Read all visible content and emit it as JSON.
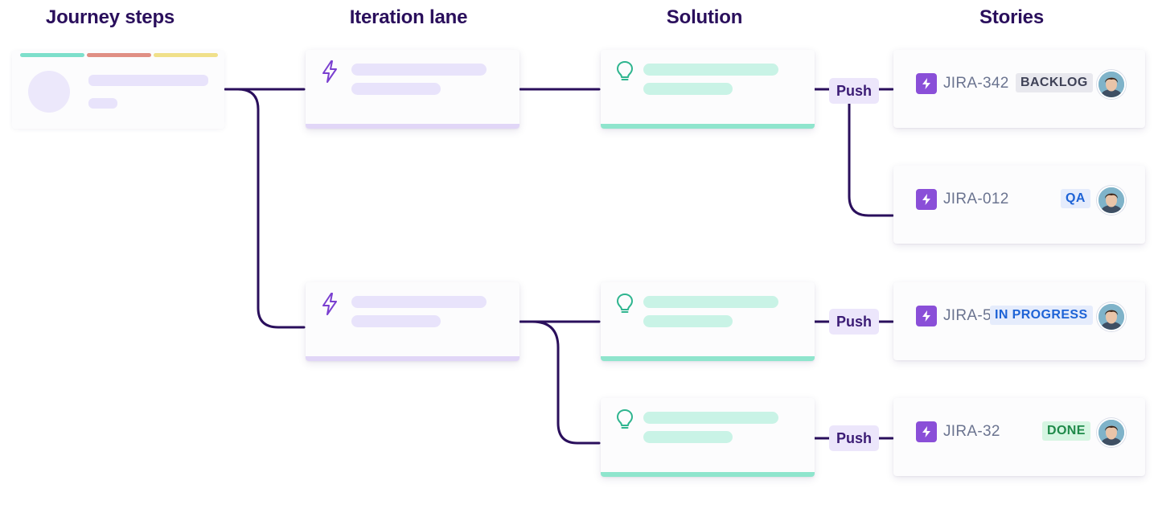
{
  "headers": {
    "journey_steps": "Journey steps",
    "iteration_lane": "Iteration lane",
    "solution": "Solution",
    "stories": "Stories"
  },
  "colors": {
    "heading": "#2a0f5c",
    "connector": "#2a0f5c",
    "iteration_accent": "#e1d6f7",
    "solution_accent": "#8fe5cd",
    "journey_stripe_1": "#7ddfcb",
    "journey_stripe_2": "#e08f84",
    "journey_stripe_3": "#f0e08a",
    "jira_icon": "#8a4fd8",
    "push_bg": "#ece6fb"
  },
  "icons": {
    "iteration": "lightning-icon",
    "solution": "lightbulb-icon",
    "story": "jira-story-icon",
    "assignee": "avatar"
  },
  "push_label": "Push",
  "stories": [
    {
      "key": "JIRA-342",
      "status": "BACKLOG"
    },
    {
      "key": "JIRA-012",
      "status": "QA"
    },
    {
      "key": "JIRA-5",
      "status": "IN PROGRESS"
    },
    {
      "key": "JIRA-32",
      "status": "DONE"
    }
  ]
}
